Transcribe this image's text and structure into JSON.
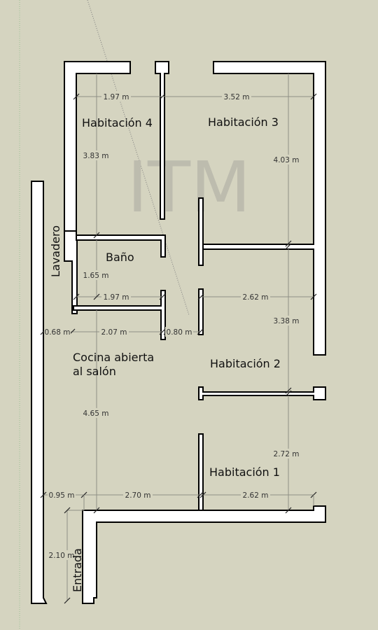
{
  "colors": {
    "background": "#d5d4c0",
    "wall_fill": "#ffffff",
    "wall_stroke": "#000000",
    "dimension_line": "#8f8f86",
    "watermark": "#bdbcae"
  },
  "watermark": "ITM",
  "rooms": {
    "habitacion4": "Habitación 4",
    "habitacion3": "Habitación 3",
    "bano": "Baño",
    "lavadero": "Lavadero",
    "cocina_line1": "Cocina abierta",
    "cocina_line2": "al salón",
    "habitacion2": "Habitación 2",
    "habitacion1": "Habitación 1",
    "entrada": "Entrada"
  },
  "dimensions": {
    "hab4_width": "1.97 m",
    "hab3_width": "3.52 m",
    "hab4_depth": "3.83 m",
    "hab3_depth": "4.03 m",
    "bano_depth": "1.65 m",
    "bano_width": "1.97 m",
    "hab2_width": "2.62 m",
    "hab2_depth": "3.38 m",
    "lavadero_width": "0.68 m",
    "cocina_width": "2.07 m",
    "pasillo_width": "0.80 m",
    "cocina_depth": "4.65 m",
    "hab1_depth": "2.72 m",
    "entrada_width": "0.95 m",
    "salon_width": "2.70 m",
    "hab1_width": "2.62 m",
    "entrada_depth": "2.10 m"
  }
}
